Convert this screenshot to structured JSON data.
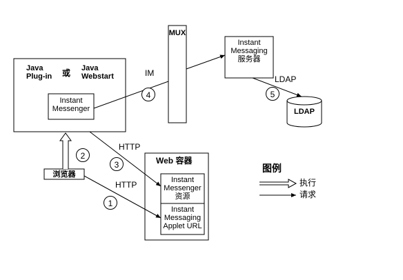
{
  "client": {
    "java_plugin": "Java\nPlug-in",
    "or": "或",
    "java_webstart": "Java\nWebstart",
    "messenger": "Instant\nMessenger"
  },
  "mux": {
    "label": "MUX"
  },
  "server": {
    "label": "Instant\nMessaging\n服务器"
  },
  "ldap": {
    "label": "LDAP",
    "link": "LDAP"
  },
  "browser": {
    "label": "浏览器"
  },
  "web_container": {
    "title": "Web 容器",
    "resource": "Instant\nMessenger\n资源",
    "applet": "Instant\nMessaging\nApplet URL"
  },
  "connections": {
    "im": "IM",
    "http_a": "HTTP",
    "http_b": "HTTP"
  },
  "steps": [
    "1",
    "2",
    "3",
    "4",
    "5"
  ],
  "legend": {
    "title": "图例",
    "execute": "执行",
    "request": "请求"
  }
}
